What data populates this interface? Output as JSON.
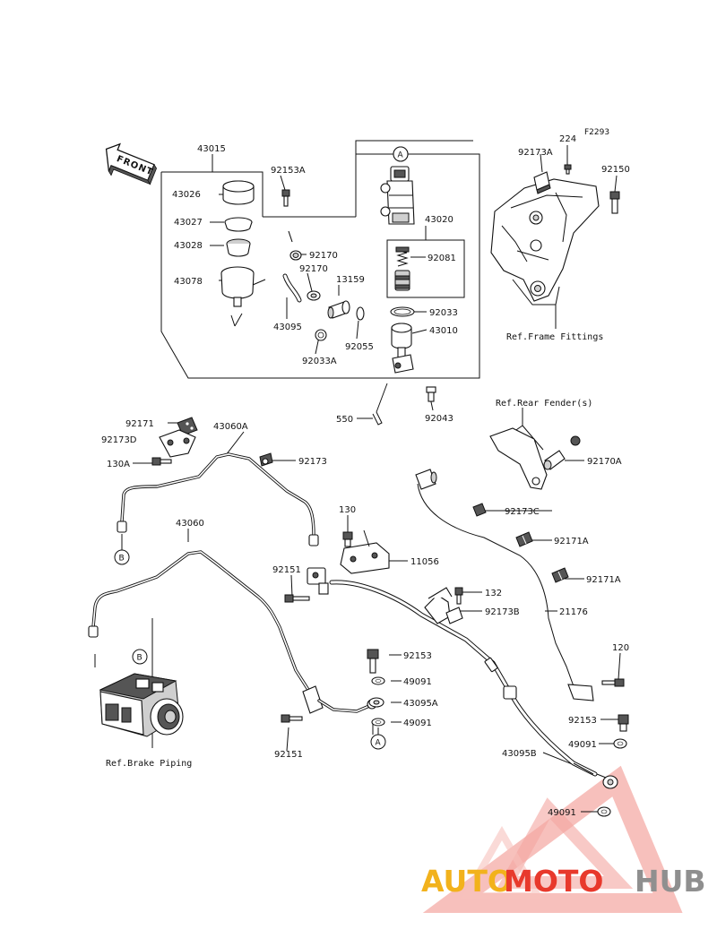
{
  "diagram": {
    "code": "F2293",
    "front_label": "FRONT",
    "parts": {
      "p43015": "43015",
      "p92153A": "92153A",
      "p43026": "43026",
      "p43027": "43027",
      "p43028": "43028",
      "p43078": "43078",
      "p92170a": "92170",
      "p92170b": "92170",
      "p43095": "43095",
      "p13159": "13159",
      "p92033A": "92033A",
      "p92055": "92055",
      "p43020": "43020",
      "p92081": "92081",
      "p92033": "92033",
      "p43010": "43010",
      "p550": "550",
      "p92043": "92043",
      "p92173A": "92173A",
      "p224": "224",
      "p92150": "92150",
      "p92171": "92171",
      "p92173D": "92173D",
      "p130A": "130A",
      "p43060A": "43060A",
      "p92173": "92173",
      "p43060": "43060",
      "p130": "130",
      "p11056": "11056",
      "p92151a": "92151",
      "p92151b": "92151",
      "p92170A": "92170A",
      "p92173C": "92173C",
      "p92171A1": "92171A",
      "p92171A2": "92171A",
      "p132": "132",
      "p92173B": "92173B",
      "p21176": "21176",
      "p92153a": "92153",
      "p49091a": "49091",
      "p43095A": "43095A",
      "p49091b": "49091",
      "p120": "120",
      "p92153b": "92153",
      "p49091c": "49091",
      "p43095B": "43095B",
      "p49091d": "49091"
    },
    "refs": {
      "frame": "Ref.Frame Fittings",
      "fender": "Ref.Rear Fender(s)",
      "brake": "Ref.Brake Piping"
    },
    "markers": {
      "a_top": "A",
      "a_bottom": "A",
      "b_left": "B",
      "b_abs": "B"
    }
  },
  "watermark": {
    "auto": "AUTO",
    "moto": "MOTO",
    "hub": "HUB"
  }
}
